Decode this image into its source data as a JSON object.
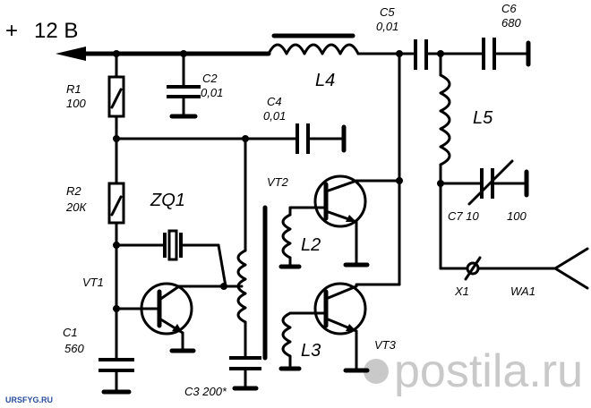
{
  "supply": {
    "plus": "+",
    "voltage": "12 В"
  },
  "labels": {
    "r1": "R1",
    "r1_value": "100",
    "r2": "R2",
    "r2_value": "20К",
    "c1": "C1",
    "c1_value": "560",
    "c2": "C2",
    "c2_value": "0,01",
    "c3": "C3 200*",
    "c4": "C4",
    "c4_value": "0,01",
    "c5": "C5",
    "c5_value": "0,01",
    "c6": "C6",
    "c6_value": "680",
    "c7": "C7 10",
    "c7_value": "100",
    "zq1": "ZQ1",
    "vt1": "VT1",
    "vt2": "VT2",
    "vt3": "VT3",
    "l2": "L2",
    "l3": "L3",
    "l4": "L4",
    "l5": "L5",
    "x1": "X1",
    "wa1": "WA1"
  },
  "watermark": "postila.ru",
  "site_tag": "URSFYG.RU"
}
